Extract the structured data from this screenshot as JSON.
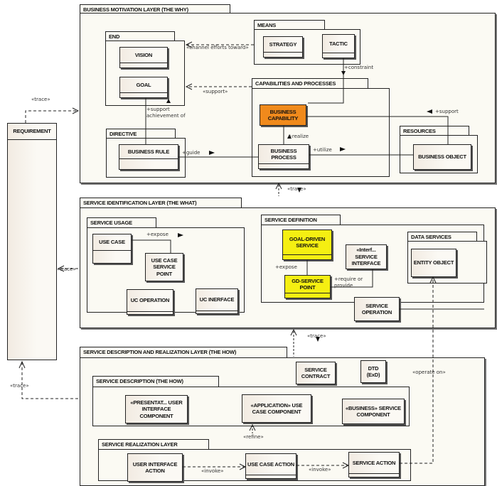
{
  "layers": {
    "motivation": "BUSINESS MOTIVATION LAYER (THE WHY)",
    "identification": "SERVICE IDENTIFICATION LAYER (THE WHAT)",
    "description_realization": "SERVICE DESCRIPTION AND REALIZATION LAYER (THE HOW)"
  },
  "packages": {
    "end": "END",
    "means": "MEANS",
    "capabilities": "CAPABILITIES AND PROCESSES",
    "directive": "DIRECTIVE",
    "resources": "RESOURCES",
    "service_usage": "SERVICE USAGE",
    "service_definition": "SERVICE DEFINITION",
    "data_services": "DATA SERVICES",
    "service_description": "SERVICE DESCRIPTION (THE HOW)",
    "service_realization": "SERVICE REALIZATION LAYER"
  },
  "classes": {
    "requirement": "REQUIREMENT",
    "vision": "VISION",
    "goal": "GOAL",
    "strategy": "STRATEGY",
    "tactic": "TACTIC",
    "business_capability": "BUSINESS CAPABILITY",
    "business_rule": "BUSINESS RULE",
    "business_process": "BUSINESS PROCESS",
    "business_object": "BUSINESS OBJECT",
    "use_case": "USE CASE",
    "use_case_service_point": "USE CASE SERVICE POINT",
    "uc_operation": "UC OPERATION",
    "uc_interface": "UC INERFACE",
    "goal_driven_service": "GOAL-DRIVEN SERVICE",
    "service_interface": "«Interf... SERVICE INTERFACE",
    "gd_service_point": "GD-SERVICE POINT",
    "service_operation": "SERVICE OPERATION",
    "entity_object": "ENTITY OBJECT",
    "service_contract": "SERVICE CONTRACT",
    "dtd": "DTD (ExD)",
    "ui_component": "«PRESENTAT... USER INTERFACE COMPONENT",
    "uc_component": "«APPLICATION» USE CASE COMPONENT",
    "business_service_component": "«BUSINESS» SERVICE COMPONENT",
    "ui_action": "USER INTERFACE ACTION",
    "uc_action": "USE CASE ACTION",
    "service_action": "SERVICE ACTION"
  },
  "labels": {
    "channel_efforts": "«channel efforts toward»",
    "support_stereo": "«support»",
    "constraint": "+constraint",
    "support_achievement": "+support achievement of",
    "guide": "+guide",
    "realize": "+realize",
    "utilize": "+utilize",
    "support": "+support",
    "trace_top": "«trace»",
    "trace_mid": "«trace»",
    "trace_left_mid": "«trace»",
    "trace_low": "«trace»",
    "trace_left_low": "«trace»",
    "expose_uc": "+expose",
    "expose_gd": "+expose",
    "require_provide": "+require or provide",
    "operate_on": "«operate on»",
    "refine": "«refine»",
    "invoke1": "«invoke»",
    "invoke2": "«invoke»",
    "dash": "-"
  }
}
